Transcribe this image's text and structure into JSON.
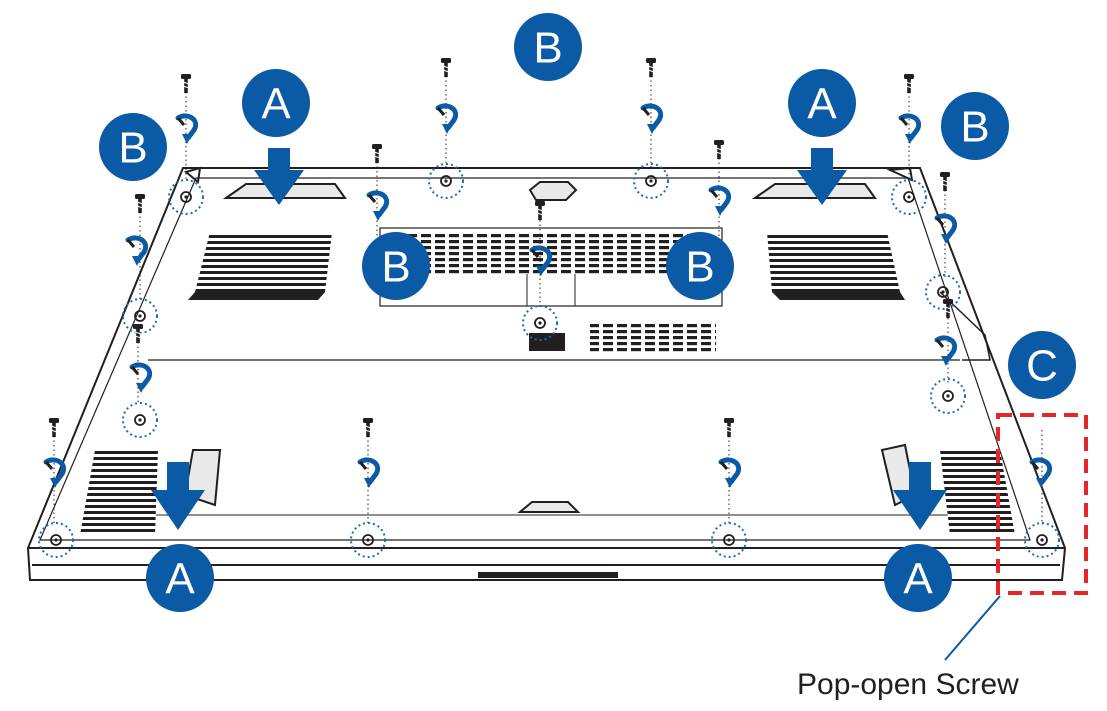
{
  "labels": {
    "a": "A",
    "b": "B",
    "c": "C"
  },
  "callout": {
    "text": "Pop-open Screw"
  },
  "colors": {
    "badge": "#0a5aa5",
    "line": "#231f20",
    "highlight": "#e52528",
    "screw_ring": "#1a6fb0"
  }
}
